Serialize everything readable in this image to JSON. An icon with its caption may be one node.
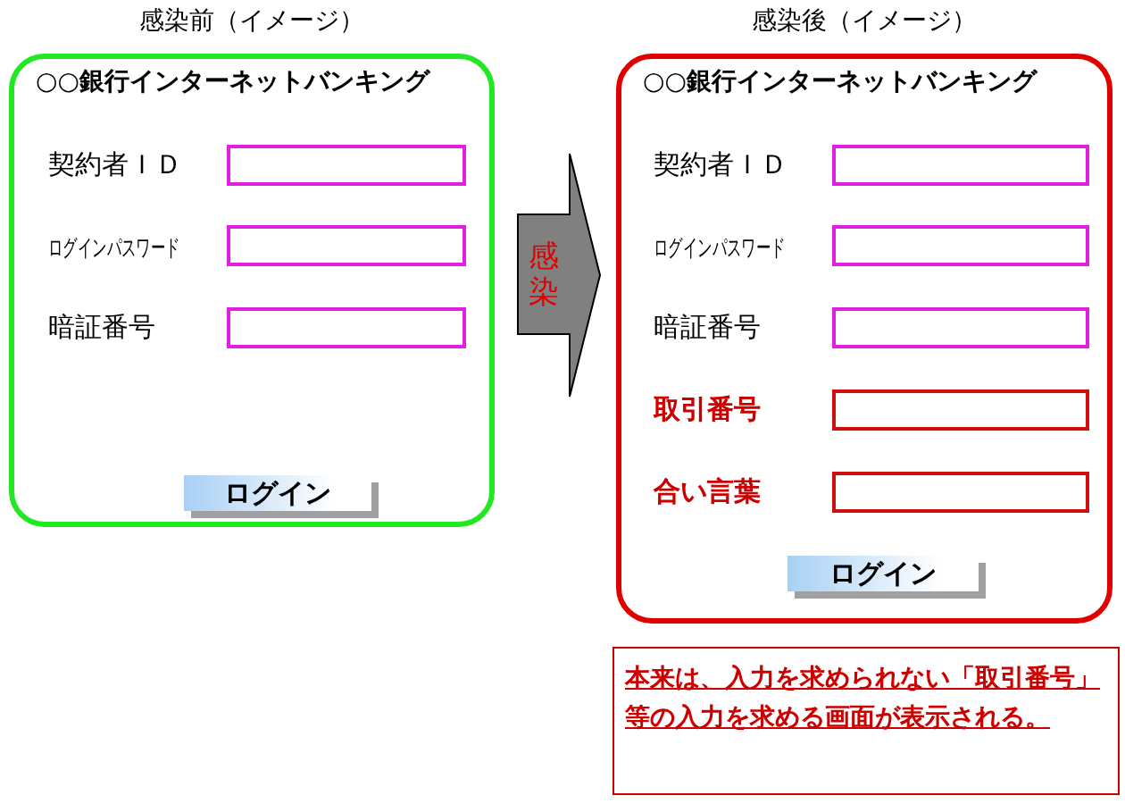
{
  "diagram": {
    "nodes": [
      {
        "text": [
          "感染前（イメージ）",
          "○○銀行インターネットバンキング"
        ]
      },
      {
        "text": [],
        "shape": "box",
        "beside": [
          "契約者ＩＤ"
        ],
        "in": 0
      },
      {
        "text": [],
        "shape": "box",
        "beside": [
          "ログインパスワード"
        ],
        "in": 0
      },
      {
        "text": [],
        "shape": "box",
        "beside": [
          "暗証番号"
        ],
        "in": 0
      },
      {
        "text": [
          "ログイン"
        ],
        "in": 0
      },
      {
        "text": [
          "感染"
        ]
      },
      {
        "text": [
          "感染後（イメージ）",
          "○○銀行インターネットバンキング"
        ]
      },
      {
        "text": [],
        "shape": "box",
        "beside": [
          "契約者ＩＤ"
        ],
        "in": 6
      },
      {
        "text": [],
        "shape": "box",
        "beside": [
          "ログインパスワード"
        ],
        "in": 6
      },
      {
        "text": [],
        "shape": "box",
        "beside": [
          "暗証番号"
        ],
        "in": 6
      },
      {
        "text": [],
        "shape": "box",
        "beside": [
          "取引番号"
        ],
        "in": 6
      },
      {
        "text": [],
        "shape": "box",
        "beside": [
          "合い言葉"
        ],
        "in": 6
      },
      {
        "text": [
          "ログイン"
        ],
        "in": 6
      },
      {
        "text": [
          "本来は、入力を求められない「取引番号」等の入力を求める画面が表示される。"
        ]
      }
    ]
  }
}
